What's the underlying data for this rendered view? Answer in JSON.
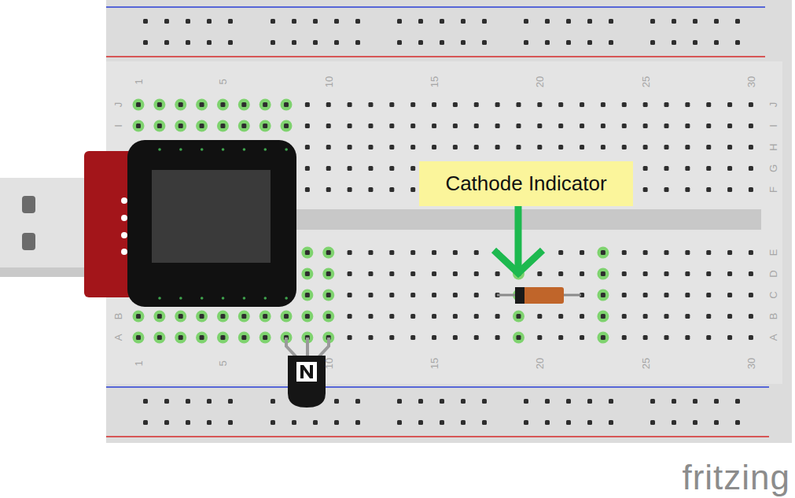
{
  "diagram": {
    "nodes": [
      {
        "text": [
          "Cathode Indicator"
        ]
      }
    ],
    "labels": [
      "1",
      "5",
      "10",
      "15",
      "20",
      "25",
      "30",
      "1",
      "5",
      "10",
      "15",
      "20",
      "25",
      "30",
      "J",
      "I",
      "B",
      "A",
      "J",
      "I",
      "H",
      "G",
      "F",
      "E",
      "D",
      "C",
      "B",
      "A",
      "fritzing"
    ]
  }
}
